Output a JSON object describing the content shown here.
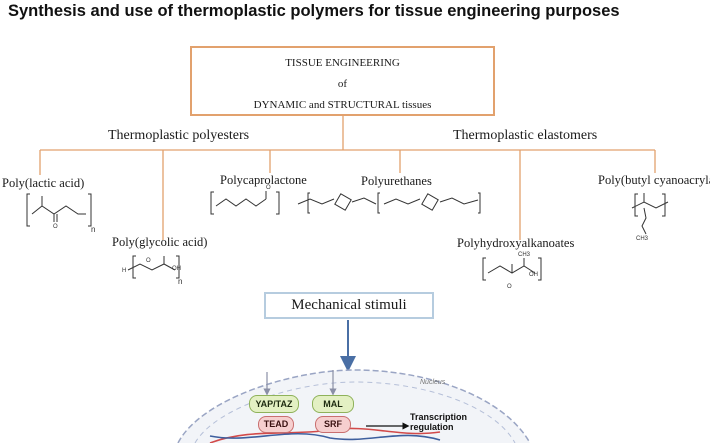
{
  "title": "Synthesis and use of thermoplastic polymers for tissue engineering purposes",
  "tissue_box": {
    "line1": "TISSUE ENGINEERING",
    "line2": "of",
    "line3": "DYNAMIC and STRUCTURAL tissues"
  },
  "categories": {
    "left": "Thermoplastic polyesters",
    "right": "Thermoplastic elastomers"
  },
  "polymers": {
    "pla": "Poly(lactic acid)",
    "pga": "Poly(glycolic acid)",
    "pcl": "Polycaprolactone",
    "pu": "Polyurethanes",
    "pha": "Polyhydroxyalkanoates",
    "pbca": "Poly(butyl cyanoacrylate)"
  },
  "structure_labels": {
    "n": "n",
    "o": "O",
    "h": "H",
    "oh": "OH",
    "ch3": "CH3"
  },
  "mechanical_stimuli": "Mechanical stimuli",
  "cell": {
    "nucleus": "Nucleus",
    "yap_taz": "YAP/TAZ",
    "mal": "MAL",
    "tead": "TEAD",
    "srf": "SRF",
    "transcription_line1": "Transcription",
    "transcription_line2": "regulation"
  },
  "colors": {
    "box_border": "#e2a16d",
    "tree_lines": "#e2a16d",
    "mech_border": "#b6ccdf",
    "arrow": "#4a6fa5",
    "green_pill": "#e3f0c3",
    "red_pill": "#f6cfcf"
  }
}
